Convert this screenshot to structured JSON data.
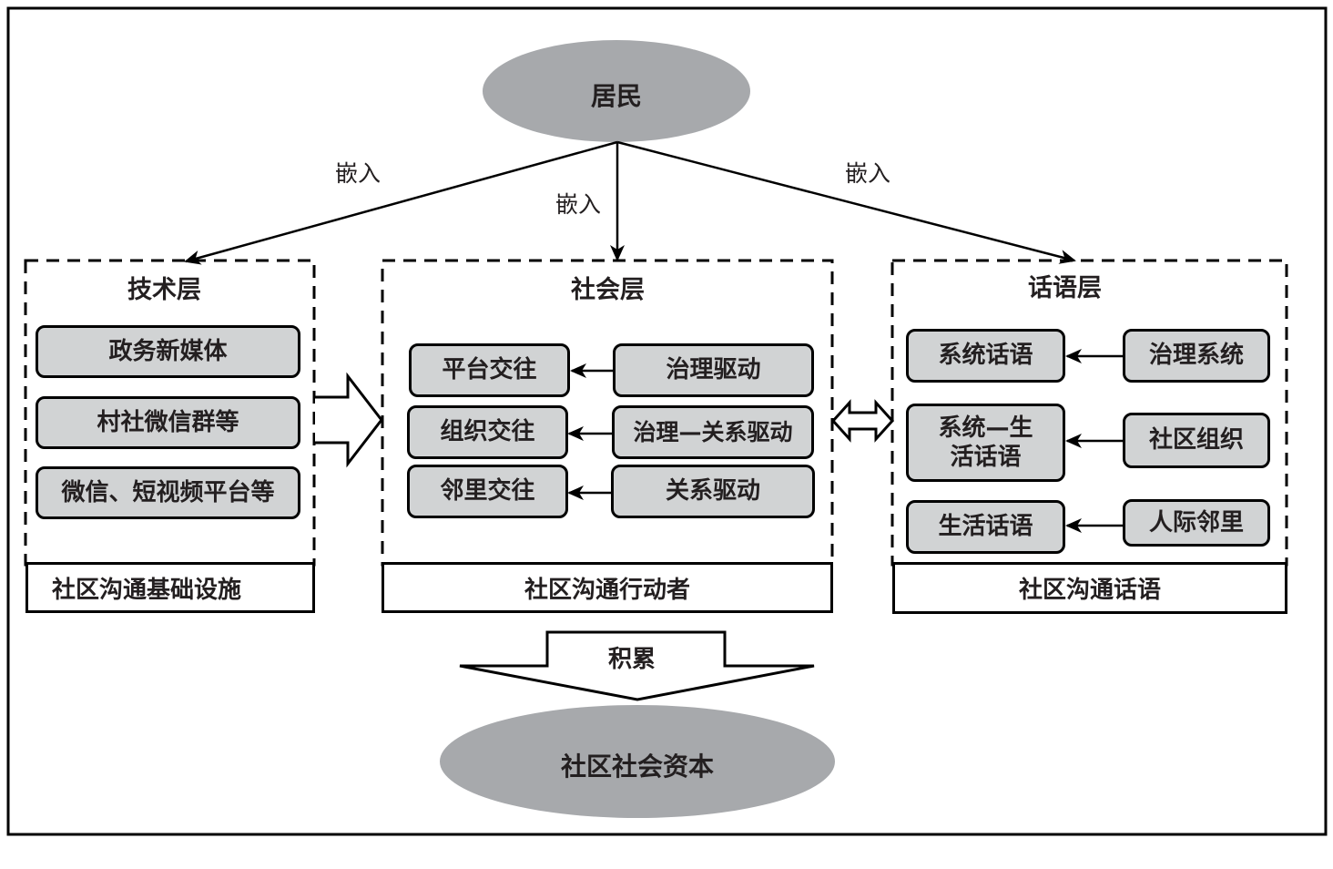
{
  "colors": {
    "ellipse_fill": "#a7a9ac",
    "node_fill": "#d1d3d4",
    "stroke": "#000000",
    "text": "#231f20"
  },
  "top_node": {
    "label": "居民"
  },
  "embed_arrows": [
    {
      "label": "嵌入",
      "target": "技术层"
    },
    {
      "label": "嵌入",
      "target": "社会层"
    },
    {
      "label": "嵌入",
      "target": "话语层"
    }
  ],
  "layers": {
    "tech": {
      "title": "技术层",
      "items": [
        "政务新媒体",
        "村社微信群等",
        "微信、短视频平台等"
      ],
      "footer": "社区沟通基础设施"
    },
    "social": {
      "title": "社会层",
      "rows": [
        {
          "left": "平台交往",
          "right": "治理驱动"
        },
        {
          "left": "组织交往",
          "right": "治理—关系驱动"
        },
        {
          "left": "邻里交往",
          "right": "关系驱动"
        }
      ],
      "footer": "社区沟通行动者"
    },
    "discourse": {
      "title": "话语层",
      "rows": [
        {
          "left": "系统话语",
          "right": "治理系统"
        },
        {
          "left": "系统—生活话语",
          "right": "社区组织"
        },
        {
          "left": "生活话语",
          "right": "人际邻里"
        }
      ],
      "footer": "社区沟通话语"
    }
  },
  "accumulate_arrow": {
    "label": "积累"
  },
  "bottom_node": {
    "label": "社区社会资本"
  }
}
